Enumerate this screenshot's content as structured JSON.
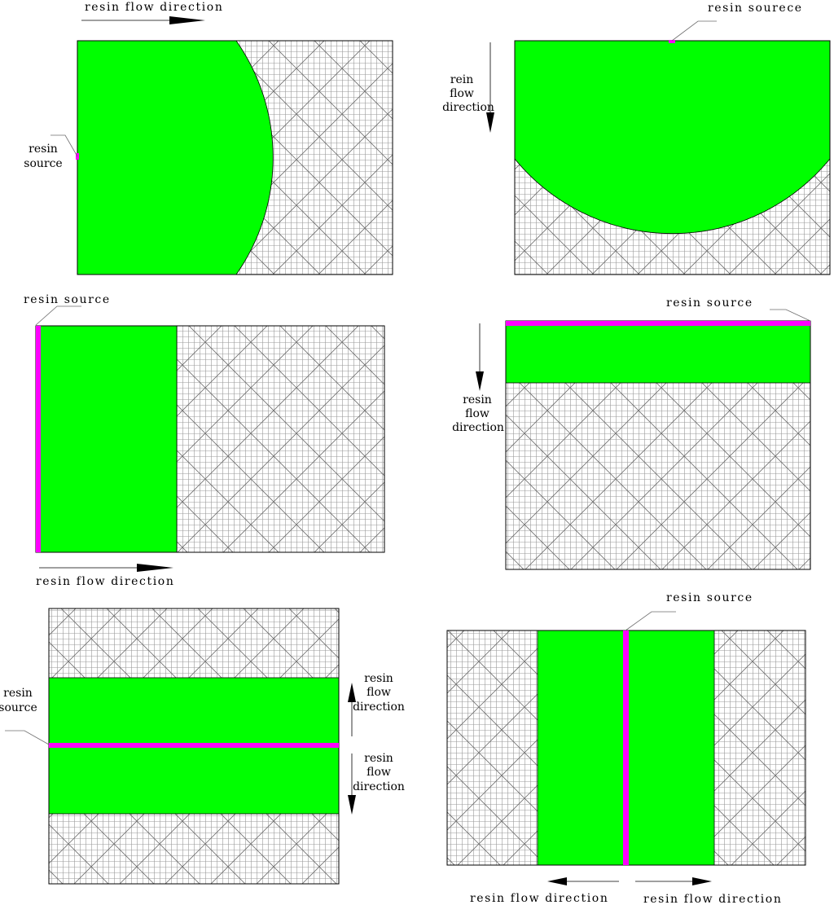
{
  "colors": {
    "resin_fill": "#00ff00",
    "source_line": "#ff00ff",
    "mesh_line": "#8a8a8a",
    "outline": "#000000",
    "leader": "#6e6e6e"
  },
  "panels": {
    "p1": {
      "caption_top": "resin flow direction",
      "source_label_line1": "resin",
      "source_label_line2": "source"
    },
    "p2": {
      "source_label": "resin sourece",
      "flow_line1": "rein",
      "flow_line2": "flow",
      "flow_line3": "direction"
    },
    "p3": {
      "source_label": "resin source",
      "caption_bottom": "resin flow direction"
    },
    "p4": {
      "source_label": "resin source",
      "flow_line1": "resin",
      "flow_line2": "flow",
      "flow_line3": "direction"
    },
    "p5": {
      "source_label_line1": "resin",
      "source_label_line2": "source",
      "flow_up_line1": "resin",
      "flow_up_line2": "flow",
      "flow_up_line3": "direction",
      "flow_down_line1": "resin",
      "flow_down_line2": "flow",
      "flow_down_line3": "direction"
    },
    "p6": {
      "source_label": "resin source",
      "caption_left": "resin flow direction",
      "caption_right": "resin flow direction"
    }
  }
}
